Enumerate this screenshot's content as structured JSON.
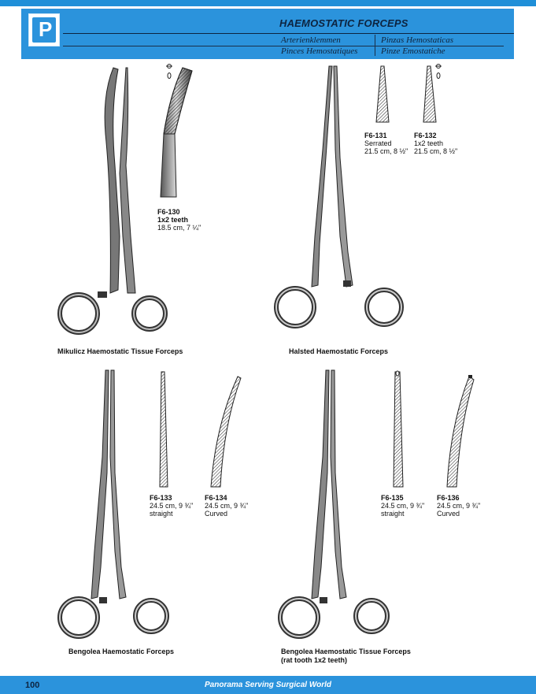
{
  "header": {
    "title": "HAEMOSTATIC FORCEPS",
    "languages": {
      "german": "Arterienklemmen",
      "spanish": "Pinzas Hemostaticas",
      "french": "Pinces Hemostatiques",
      "italian": "Pinze Emostatiche"
    }
  },
  "products": {
    "f6_130": {
      "code": "F6-130",
      "desc": "1x2 teeth",
      "size": "18.5 cm, 7 ¼\""
    },
    "f6_131": {
      "code": "F6-131",
      "desc": "Serrated",
      "size": "21.5 cm, 8 ½\""
    },
    "f6_132": {
      "code": "F6-132",
      "desc": "1x2 teeth",
      "size": "21.5 cm, 8 ½\""
    },
    "f6_133": {
      "code": "F6-133",
      "size": "24.5 cm, 9 ¾\"",
      "desc": "straight"
    },
    "f6_134": {
      "code": "F6-134",
      "size": "24.5 cm, 9 ¾\"",
      "desc": "Curved"
    },
    "f6_135": {
      "code": "F6-135",
      "size": "24.5 cm, 9 ¾\"",
      "desc": "straight"
    },
    "f6_136": {
      "code": "F6-136",
      "size": "24.5 cm, 9 ¾\"",
      "desc": "Curved"
    }
  },
  "captions": {
    "mikulicz": "Mikulicz Haemostatic Tissue Forceps",
    "halsted": "Halsted Haemostatic Forceps",
    "bengolea": "Bengolea Haemostatic Forceps",
    "bengolea_tissue_1": "Bengolea Haemostatic Tissue Forceps",
    "bengolea_tissue_2": "(rat tooth 1x2 teeth)"
  },
  "footer": {
    "page_number": "100",
    "tagline": "Panorama Serving Surgical World"
  },
  "colors": {
    "brand_blue": "#2b93dc",
    "navy_text": "#0d2440"
  },
  "icons": {
    "logo": "panorama-globe-logo"
  }
}
